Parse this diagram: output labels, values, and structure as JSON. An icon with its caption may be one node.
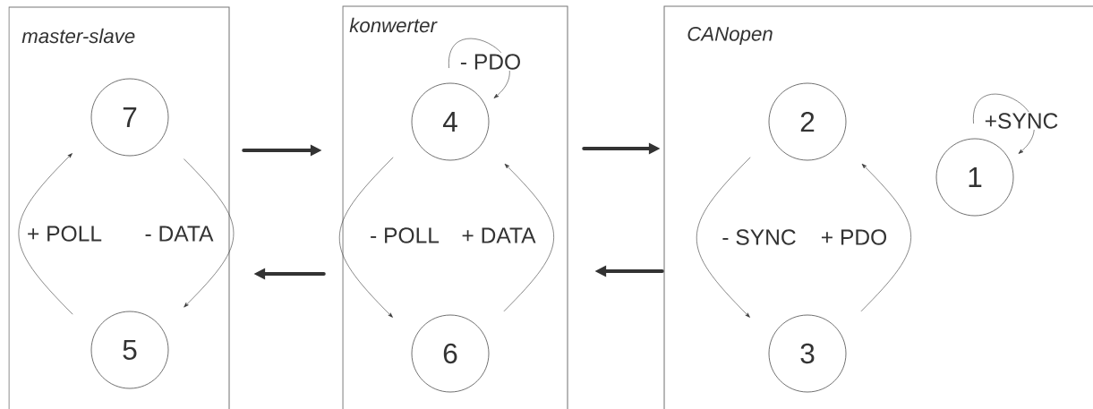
{
  "diagram": {
    "nodes": [
      {
        "text": [
          "master-slave"
        ]
      },
      {
        "text": [
          "7"
        ],
        "in": 0
      },
      {
        "text": [
          "5"
        ],
        "in": 0
      },
      {
        "text": [
          "konwerter"
        ]
      },
      {
        "text": [
          "4"
        ],
        "in": 3
      },
      {
        "text": [
          "6"
        ],
        "in": 3
      },
      {
        "text": [
          "CANopen"
        ]
      },
      {
        "text": [
          "2"
        ],
        "in": 6
      },
      {
        "text": [
          "3"
        ],
        "in": 6
      },
      {
        "text": [
          "1"
        ],
        "in": 6
      }
    ],
    "edges": [
      {
        "from": 2,
        "to": 1,
        "arrow": "to",
        "label": "+ POLL"
      },
      {
        "from": 1,
        "to": 2,
        "arrow": "to",
        "label": "- DATA"
      },
      {
        "from": 4,
        "to": 5,
        "arrow": "to",
        "label": "- POLL"
      },
      {
        "from": 5,
        "to": 4,
        "arrow": "to",
        "label": "+ DATA"
      },
      {
        "from": 4,
        "to": 4,
        "arrow": "to",
        "label": "- PDO"
      },
      {
        "from": 7,
        "to": 8,
        "arrow": "to",
        "label": "- SYNC"
      },
      {
        "from": 8,
        "to": 7,
        "arrow": "to",
        "label": "+ PDO"
      },
      {
        "from": 9,
        "to": 9,
        "arrow": "to",
        "label": "+SYNC"
      },
      {
        "from": 0,
        "to": 3,
        "arrow": "to",
        "style": "thick"
      },
      {
        "from": 3,
        "to": 6,
        "arrow": "to",
        "style": "thick"
      },
      {
        "from": 6,
        "to": 3,
        "arrow": "to",
        "style": "thick"
      },
      {
        "from": 3,
        "to": 0,
        "arrow": "to",
        "style": "thick"
      }
    ]
  }
}
